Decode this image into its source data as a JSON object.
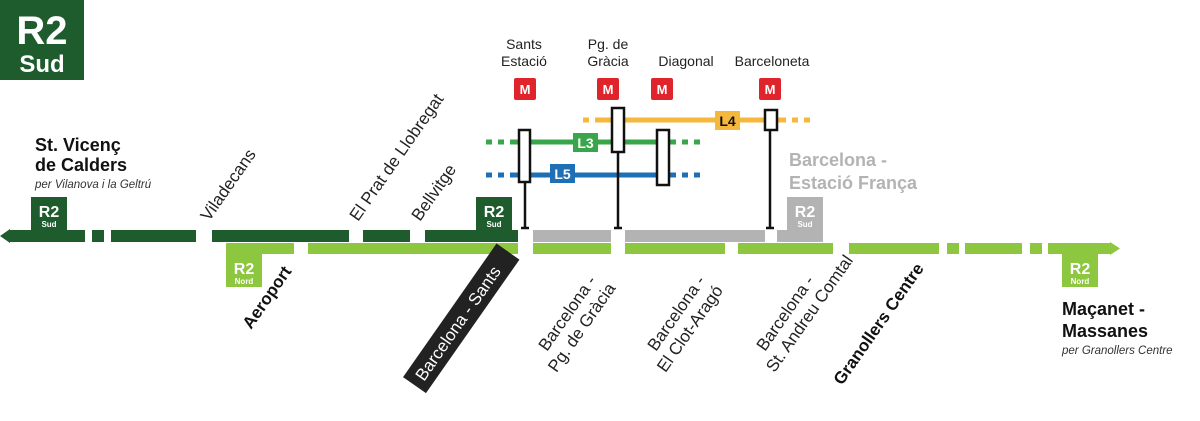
{
  "header": {
    "line": "R2",
    "branch": "Sud",
    "color": "#1e5c2e"
  },
  "colors": {
    "r2_sud": "#1e5c2e",
    "r2_nord": "#8dc63f",
    "shared": "#b3b3b3",
    "gray_text": "#b3b3b3",
    "l3": "#3aa64b",
    "l4": "#f6b83c",
    "l5": "#1f6fb6",
    "metro_red": "#e0242b",
    "sants_box": "#222222"
  },
  "badges": {
    "line": "R2",
    "sud": "Sud",
    "nord": "Nord"
  },
  "terminals": {
    "west": {
      "name_line1": "St. Vicenç",
      "name_line2": "de Calders",
      "via": "per Vilanova i la Geltrú"
    },
    "east": {
      "name_line1": "Maçanet -",
      "name_line2": "Massanes",
      "via": "per Granollers Centre"
    }
  },
  "stations": {
    "viladecans": "Viladecans",
    "el_prat": "El Prat de Llobregat",
    "bellvitge": "Bellvitge",
    "aeroport": "Aeroport",
    "sants": "Barcelona - Sants",
    "pg_gracia_1": "Barcelona -",
    "pg_gracia_2": "Pg. de Gràcia",
    "clot_1": "Barcelona -",
    "clot_2": "El Clot-Aragó",
    "st_andreu_1": "Barcelona -",
    "st_andreu_2": "St. Andreu Comtal",
    "granollers": "Granollers Centre",
    "franca_1": "Barcelona -",
    "franca_2": "Estació França"
  },
  "metro": {
    "symbol": "M",
    "stations": [
      {
        "line1": "Sants",
        "line2": "Estació"
      },
      {
        "line1": "Pg. de",
        "line2": "Gràcia"
      },
      {
        "line1": "",
        "line2": "Diagonal"
      },
      {
        "line1": "",
        "line2": "Barceloneta"
      }
    ],
    "lines": {
      "l3": "L3",
      "l4": "L4",
      "l5": "L5"
    }
  }
}
